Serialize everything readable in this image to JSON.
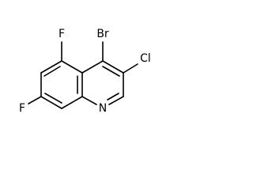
{
  "molecule": {
    "atom_labels": {
      "bromine": "Br",
      "chlorine": "Cl",
      "fluorine_5": "F",
      "fluorine_7": "F",
      "nitrogen": "N"
    },
    "colors": {
      "bond": "#000000",
      "label": "#000000",
      "background": "#ffffff"
    }
  }
}
